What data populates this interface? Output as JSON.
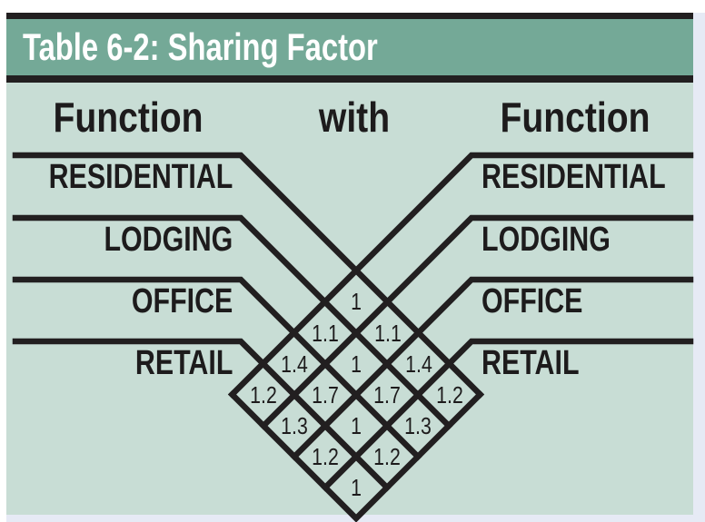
{
  "title": "Table 6-2: Sharing Factor",
  "columns": {
    "left": "Function",
    "middle": "with",
    "right": "Function"
  },
  "functions_left": [
    "RESIDENTIAL",
    "LODGING",
    "OFFICE",
    "RETAIL"
  ],
  "functions_right": [
    "RESIDENTIAL",
    "LODGING",
    "OFFICE",
    "RETAIL"
  ],
  "chart_data": {
    "type": "table",
    "title": "Table 6-2: Sharing Factor",
    "layout": "diagonal-half-matrix-lattice",
    "left_header": "Function",
    "connector_label": "with",
    "right_header": "Function",
    "row_categories": [
      "RESIDENTIAL",
      "LODGING",
      "OFFICE",
      "RETAIL"
    ],
    "col_categories": [
      "RESIDENTIAL",
      "LODGING",
      "OFFICE",
      "RETAIL"
    ],
    "matrix": [
      [
        1,
        1.1,
        1.4,
        1.2
      ],
      [
        1.1,
        1,
        1.7,
        1.3
      ],
      [
        1.4,
        1.7,
        1,
        1.2
      ],
      [
        1.2,
        1.3,
        1.2,
        1
      ]
    ]
  },
  "colors": {
    "header_bar": "#74a997",
    "body_background": "#c8ddd5",
    "line": "#221f20",
    "title_text": "#ffffff",
    "text": "#1d1b1c",
    "page_margin": "#e6eaf5"
  }
}
